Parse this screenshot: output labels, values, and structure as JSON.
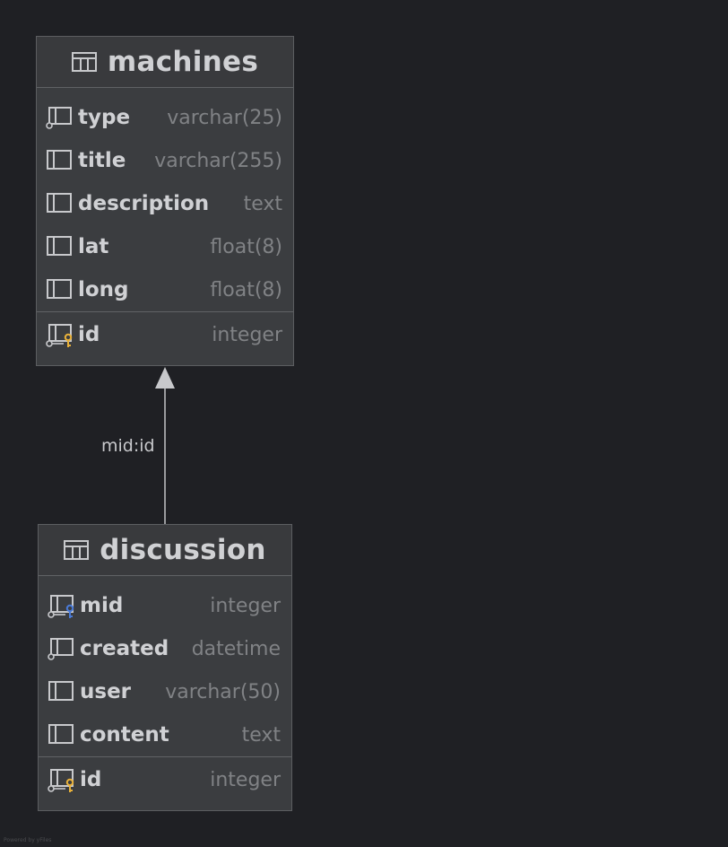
{
  "tables": [
    {
      "name": "machines",
      "columns": [
        {
          "name": "type",
          "type": "varchar(25)",
          "icon": "index-column-icon"
        },
        {
          "name": "title",
          "type": "varchar(255)",
          "icon": "column-icon"
        },
        {
          "name": "description",
          "type": "text",
          "icon": "column-icon"
        },
        {
          "name": "lat",
          "type": "float(8)",
          "icon": "column-icon"
        },
        {
          "name": "long",
          "type": "float(8)",
          "icon": "column-icon"
        }
      ],
      "key_column": {
        "name": "id",
        "type": "integer",
        "icon": "primary-key-icon"
      }
    },
    {
      "name": "discussion",
      "columns": [
        {
          "name": "mid",
          "type": "integer",
          "icon": "foreign-key-icon"
        },
        {
          "name": "created",
          "type": "datetime",
          "icon": "index-column-icon"
        },
        {
          "name": "user",
          "type": "varchar(50)",
          "icon": "column-icon"
        },
        {
          "name": "content",
          "type": "text",
          "icon": "column-icon"
        }
      ],
      "key_column": {
        "name": "id",
        "type": "integer",
        "icon": "primary-key-icon"
      }
    }
  ],
  "relation": {
    "label": "mid:id",
    "from": "discussion",
    "to": "machines"
  },
  "watermark": "Powered by yFiles",
  "colors": {
    "background": "#1f2024",
    "table_bg": "#3b3d40",
    "primary_key": "#e8b13a",
    "foreign_key": "#4a7bd8"
  }
}
